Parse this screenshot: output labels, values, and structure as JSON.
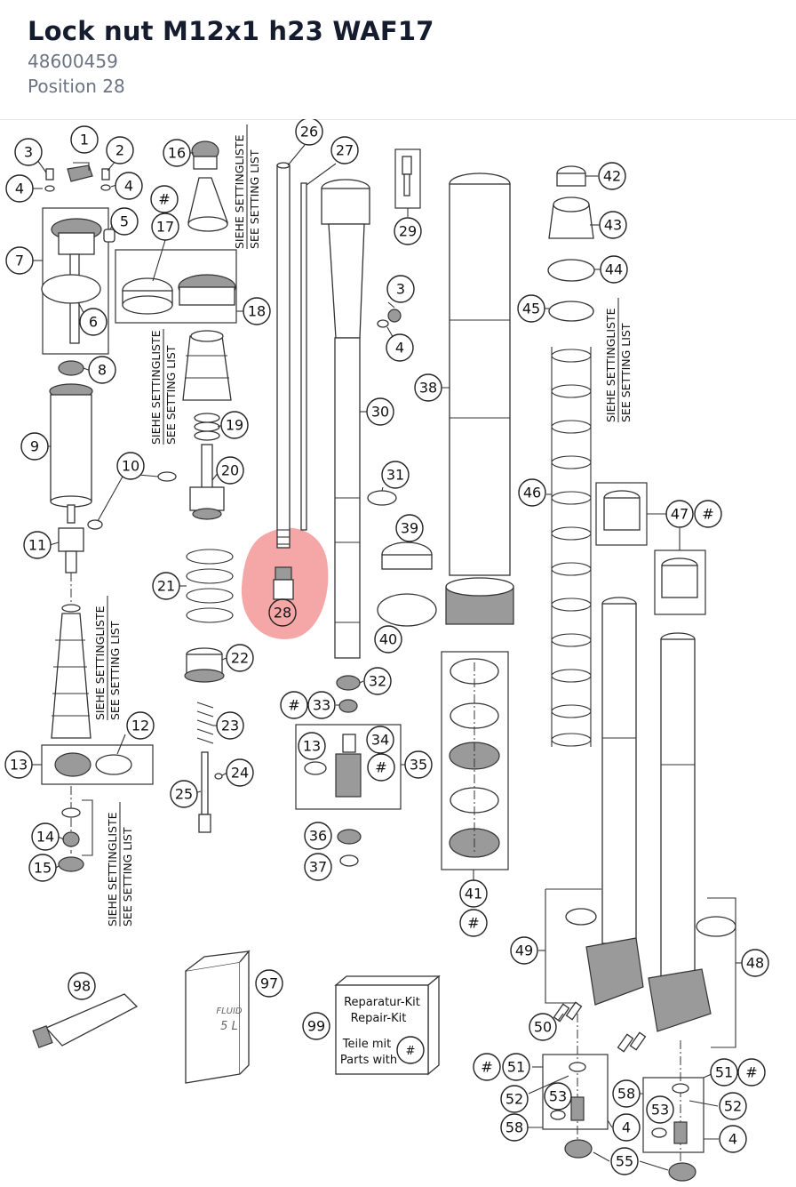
{
  "header": {
    "title": "Lock nut M12x1 h23 WAF17",
    "part_number": "48600459",
    "position": "Position 28"
  },
  "highlight": {
    "position": "28",
    "color": "#f08080"
  },
  "setting_label": {
    "de": "SIEHE SETTINGLISTE",
    "en": "SEE SETTING LIST"
  },
  "kit": {
    "line1": "Reparatur-Kit",
    "line2": "Repair-Kit",
    "line3": "Teile mit",
    "line4": "Parts with",
    "symbol": "#"
  },
  "can_label": {
    "brand": "FLUID",
    "volume": "5 L"
  },
  "callouts": [
    "1",
    "2",
    "3",
    "4",
    "4",
    "5",
    "6",
    "7",
    "8",
    "9",
    "10",
    "11",
    "12",
    "13",
    "14",
    "15",
    "16",
    "#",
    "17",
    "18",
    "19",
    "20",
    "21",
    "22",
    "23",
    "24",
    "25",
    "26",
    "27",
    "3",
    "4",
    "29",
    "30",
    "31",
    "39",
    "40",
    "28",
    "32",
    "#",
    "33",
    "13",
    "34",
    "#",
    "35",
    "36",
    "37",
    "38",
    "41",
    "#",
    "42",
    "43",
    "44",
    "45",
    "46",
    "47",
    "#",
    "49",
    "50",
    "48",
    "#",
    "51",
    "52",
    "53",
    "58",
    "58",
    "53",
    "51",
    "#",
    "52",
    "4",
    "4",
    "55",
    "97",
    "98",
    "99"
  ]
}
